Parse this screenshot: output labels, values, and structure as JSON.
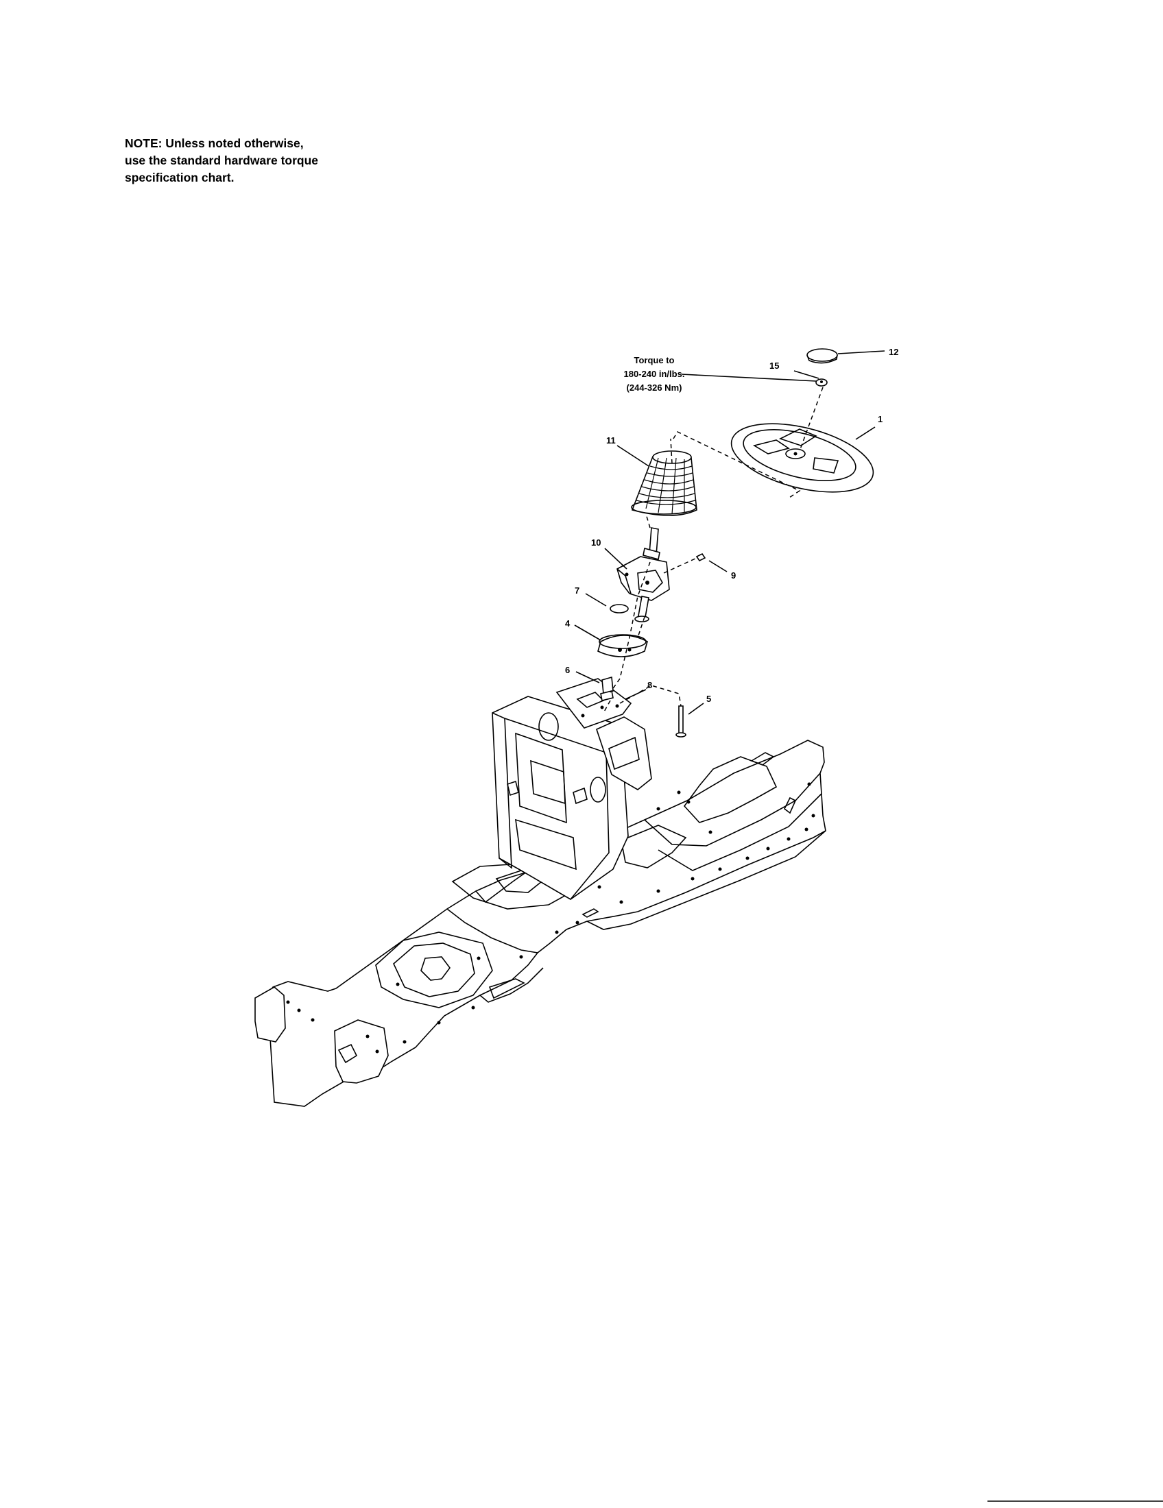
{
  "note": {
    "lines": [
      "NOTE: Unless noted otherwise,",
      "use the standard hardware torque",
      "specification chart."
    ]
  },
  "torque_note": {
    "lines": [
      "Torque to",
      "180-240 in/lbs.",
      "(244-326 Nm)"
    ]
  },
  "callouts": {
    "c1": "1",
    "c4": "4",
    "c5": "5",
    "c6": "6",
    "c7": "7",
    "c8": "8",
    "c9": "9",
    "c10": "10",
    "c11": "11",
    "c12": "12",
    "c15": "15"
  }
}
